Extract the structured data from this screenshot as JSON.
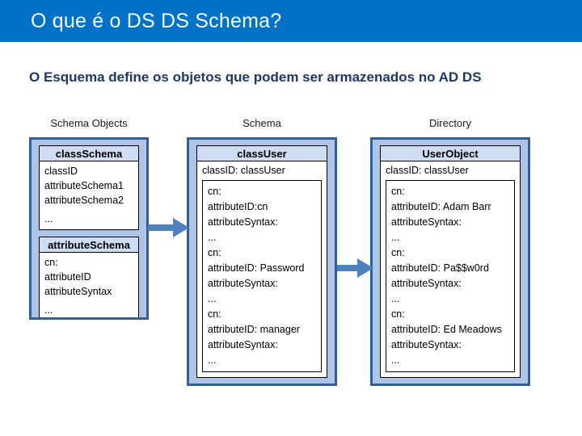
{
  "slide": {
    "title": "O que é o DS DS Schema?",
    "subtitle": "O Esquema define os objetos que podem ser armazenados no AD DS"
  },
  "diagram": {
    "columns": [
      {
        "label": "Schema Objects",
        "cards": [
          {
            "header": "classSchema",
            "lines": [
              "classID",
              "attributeSchema1",
              "attributeSchema2",
              "..."
            ]
          },
          {
            "header": "attributeSchema",
            "lines": [
              "cn:",
              "attributeID",
              "attributeSyntax",
              "..."
            ]
          }
        ]
      },
      {
        "label": "Schema",
        "cards": [
          {
            "header": "classUser",
            "id_line": "classID: classUser",
            "lines": [
              "cn:",
              "attributeID:cn",
              "attributeSyntax:",
              "...",
              "cn:",
              "attributeID: Password",
              "attributeSyntax:",
              "...",
              "cn:",
              "attributeID: manager",
              "attributeSyntax:",
              "..."
            ]
          }
        ]
      },
      {
        "label": "Directory",
        "cards": [
          {
            "header": "UserObject",
            "id_line": "classID: classUser",
            "lines": [
              "cn:",
              "attributeID: Adam Barr",
              "attributeSyntax:",
              "...",
              "cn:",
              "attributeID: Pa$$w0rd",
              "attributeSyntax:",
              "...",
              "cn:",
              "attributeID: Ed Meadows",
              "attributeSyntax:",
              "..."
            ]
          }
        ]
      }
    ],
    "arrows": [
      {
        "name": "schema-objects-to-schema"
      },
      {
        "name": "schema-to-directory"
      }
    ]
  },
  "colors": {
    "banner": "#0072C6",
    "title_text": "#F2FBFF",
    "subtitle_text": "#203864",
    "container_border": "#365F91",
    "container_fill": "#AEC5E7",
    "card_header_fill": "#CFDDF2",
    "card_border": "#000000",
    "arrow": "#4F81BD"
  }
}
